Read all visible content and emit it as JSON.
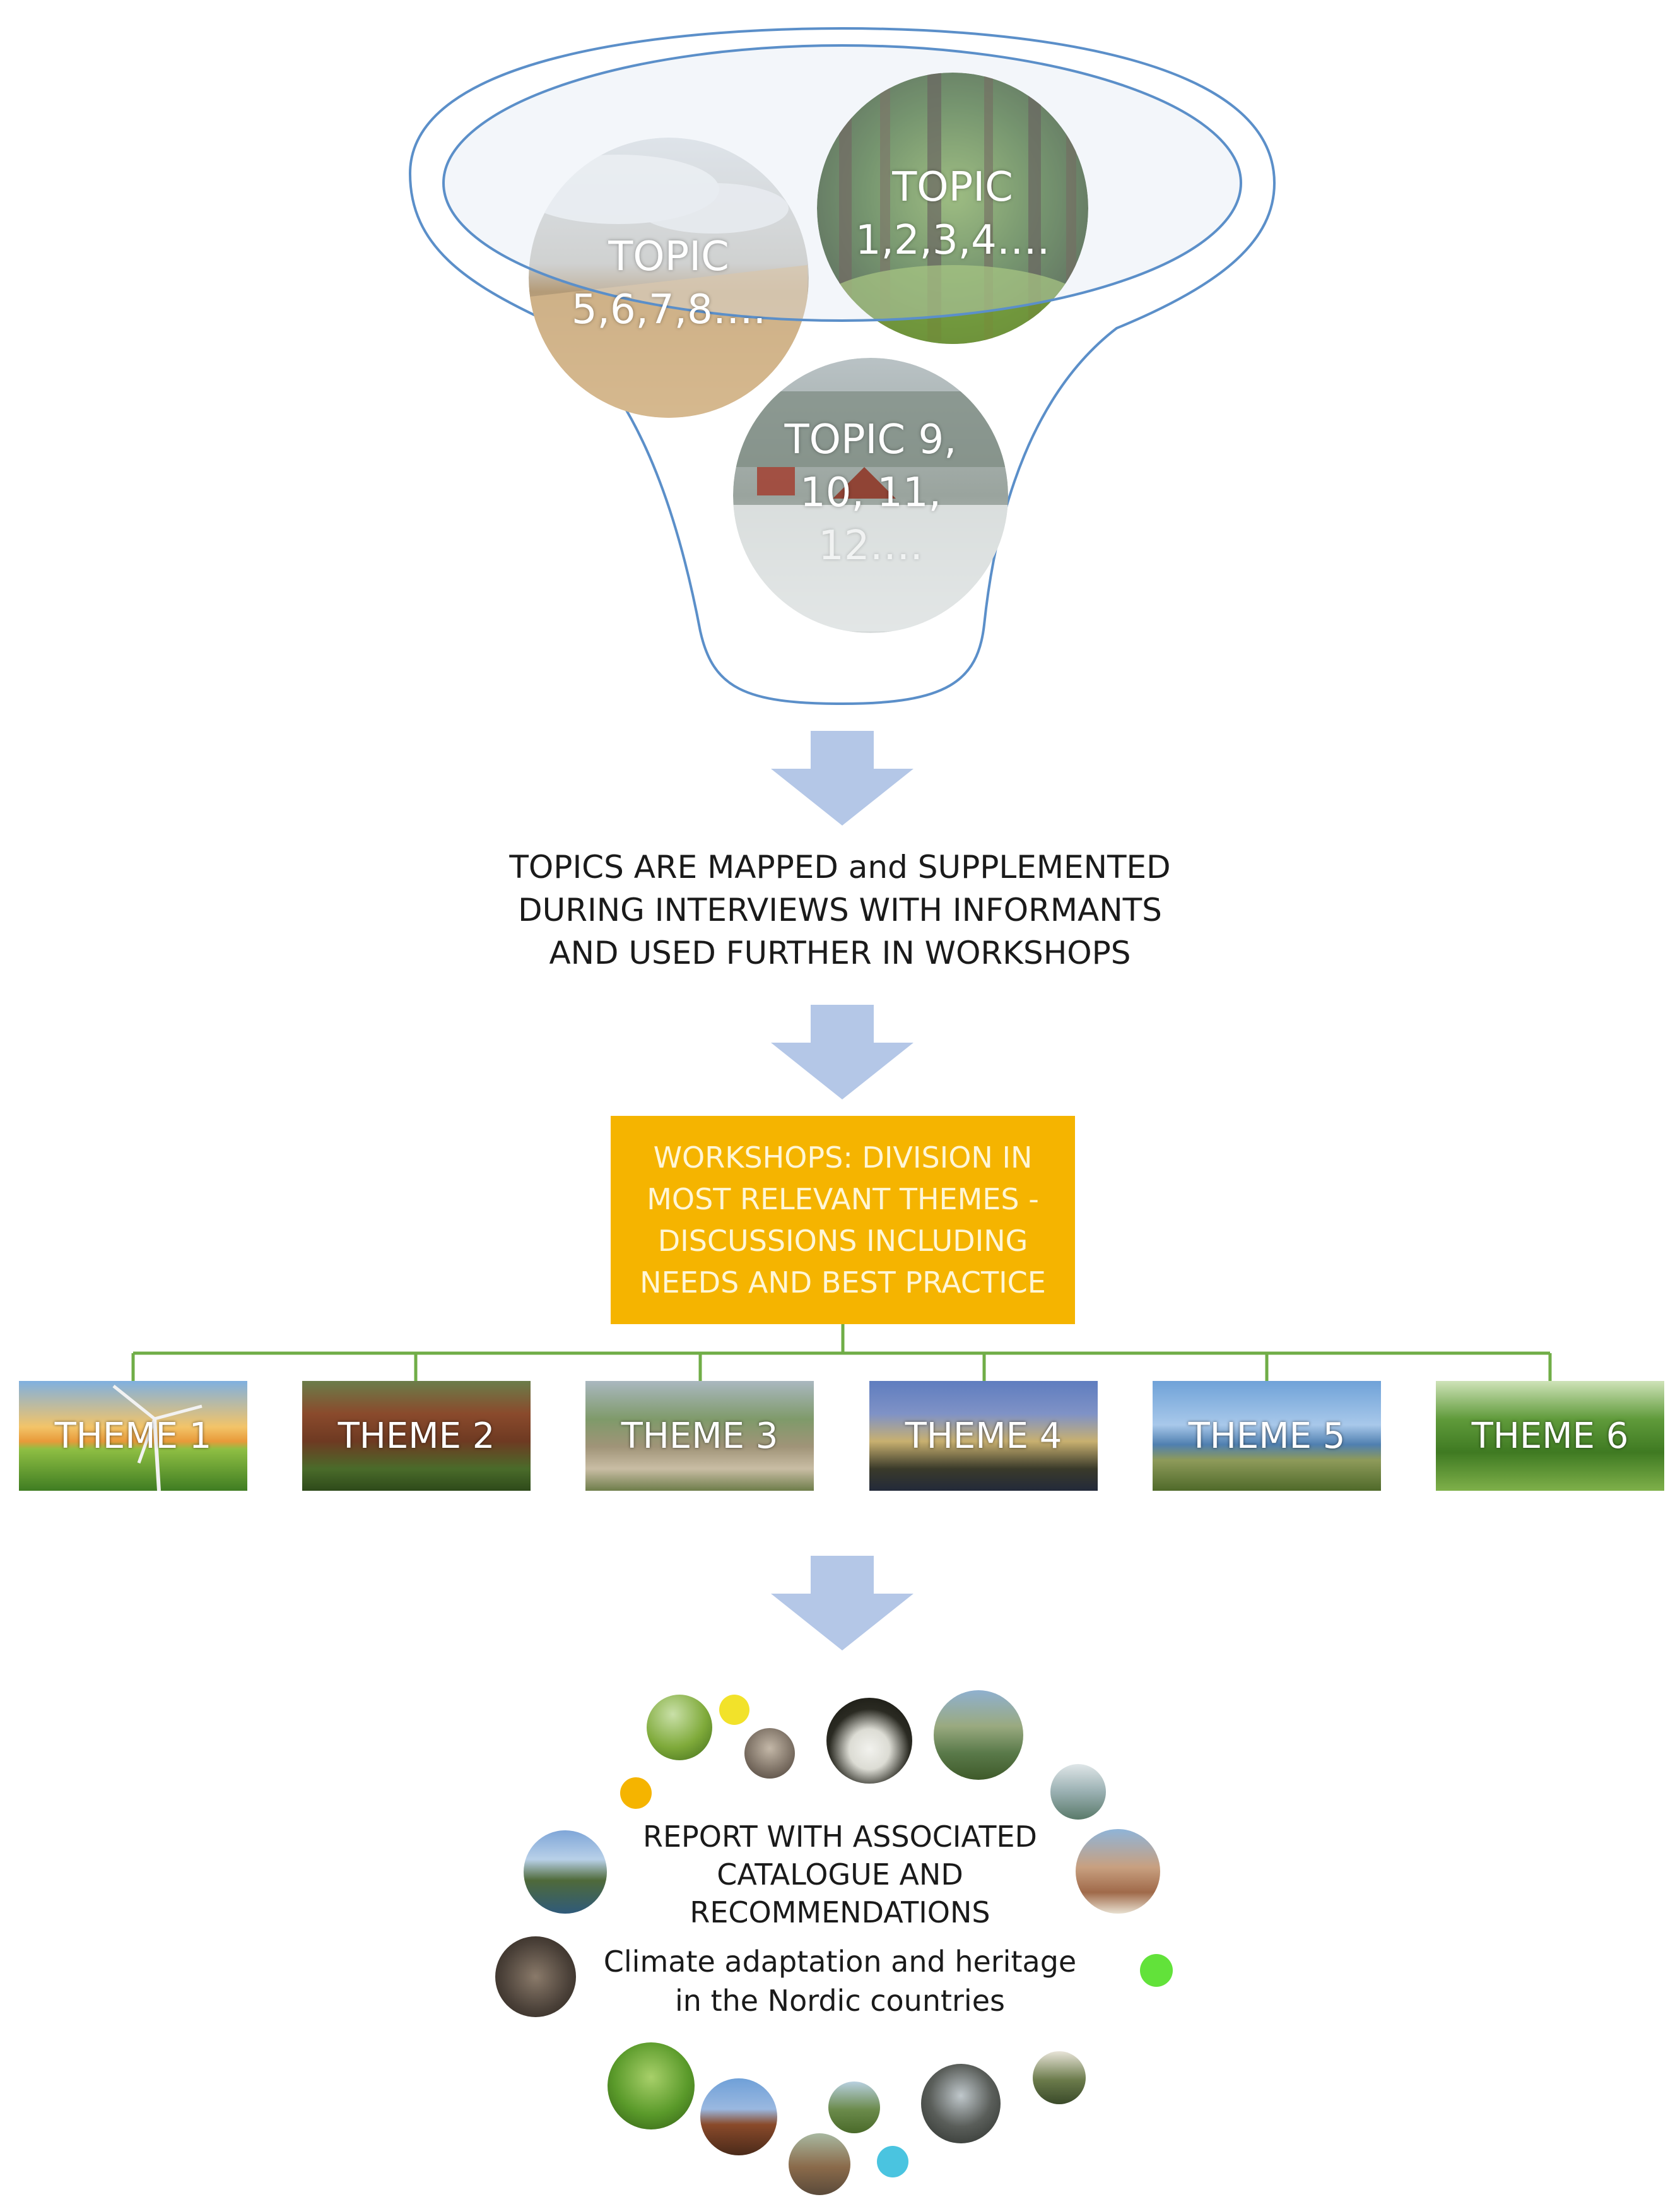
{
  "funnel": {
    "topics": [
      {
        "lines": [
          "TOPIC",
          "1,2,3,4…."
        ]
      },
      {
        "lines": [
          "TOPIC",
          "5,6,7,8…."
        ]
      },
      {
        "lines": [
          "TOPIC 9,",
          "10, 11,",
          "12…."
        ]
      }
    ]
  },
  "step1_caption": {
    "lines": [
      "TOPICS ARE MAPPED and SUPPLEMENTED",
      "DURING INTERVIEWS WITH INFORMANTS",
      "AND USED FURTHER IN WORKSHOPS"
    ]
  },
  "workshop_box": {
    "lines": [
      "WORKSHOPS: DIVISION IN",
      "MOST RELEVANT THEMES -",
      "DISCUSSIONS INCLUDING",
      "NEEDS AND BEST PRACTICE"
    ],
    "color": "#f5b400"
  },
  "themes": [
    {
      "label": "THEME 1"
    },
    {
      "label": "THEME 2"
    },
    {
      "label": "THEME 3"
    },
    {
      "label": "THEME 4"
    },
    {
      "label": "THEME 5"
    },
    {
      "label": "THEME 6"
    }
  ],
  "report": {
    "title_lines": [
      "REPORT WITH ASSOCIATED",
      "CATALOGUE AND",
      "RECOMMENDATIONS"
    ],
    "subtitle_lines": [
      "Climate adaptation and heritage",
      "in the Nordic countries"
    ]
  },
  "colors": {
    "arrow": "#b4c7e7",
    "funnel_stroke": "#5b8fc9",
    "connector": "#70ad47",
    "box": "#f5b400"
  }
}
